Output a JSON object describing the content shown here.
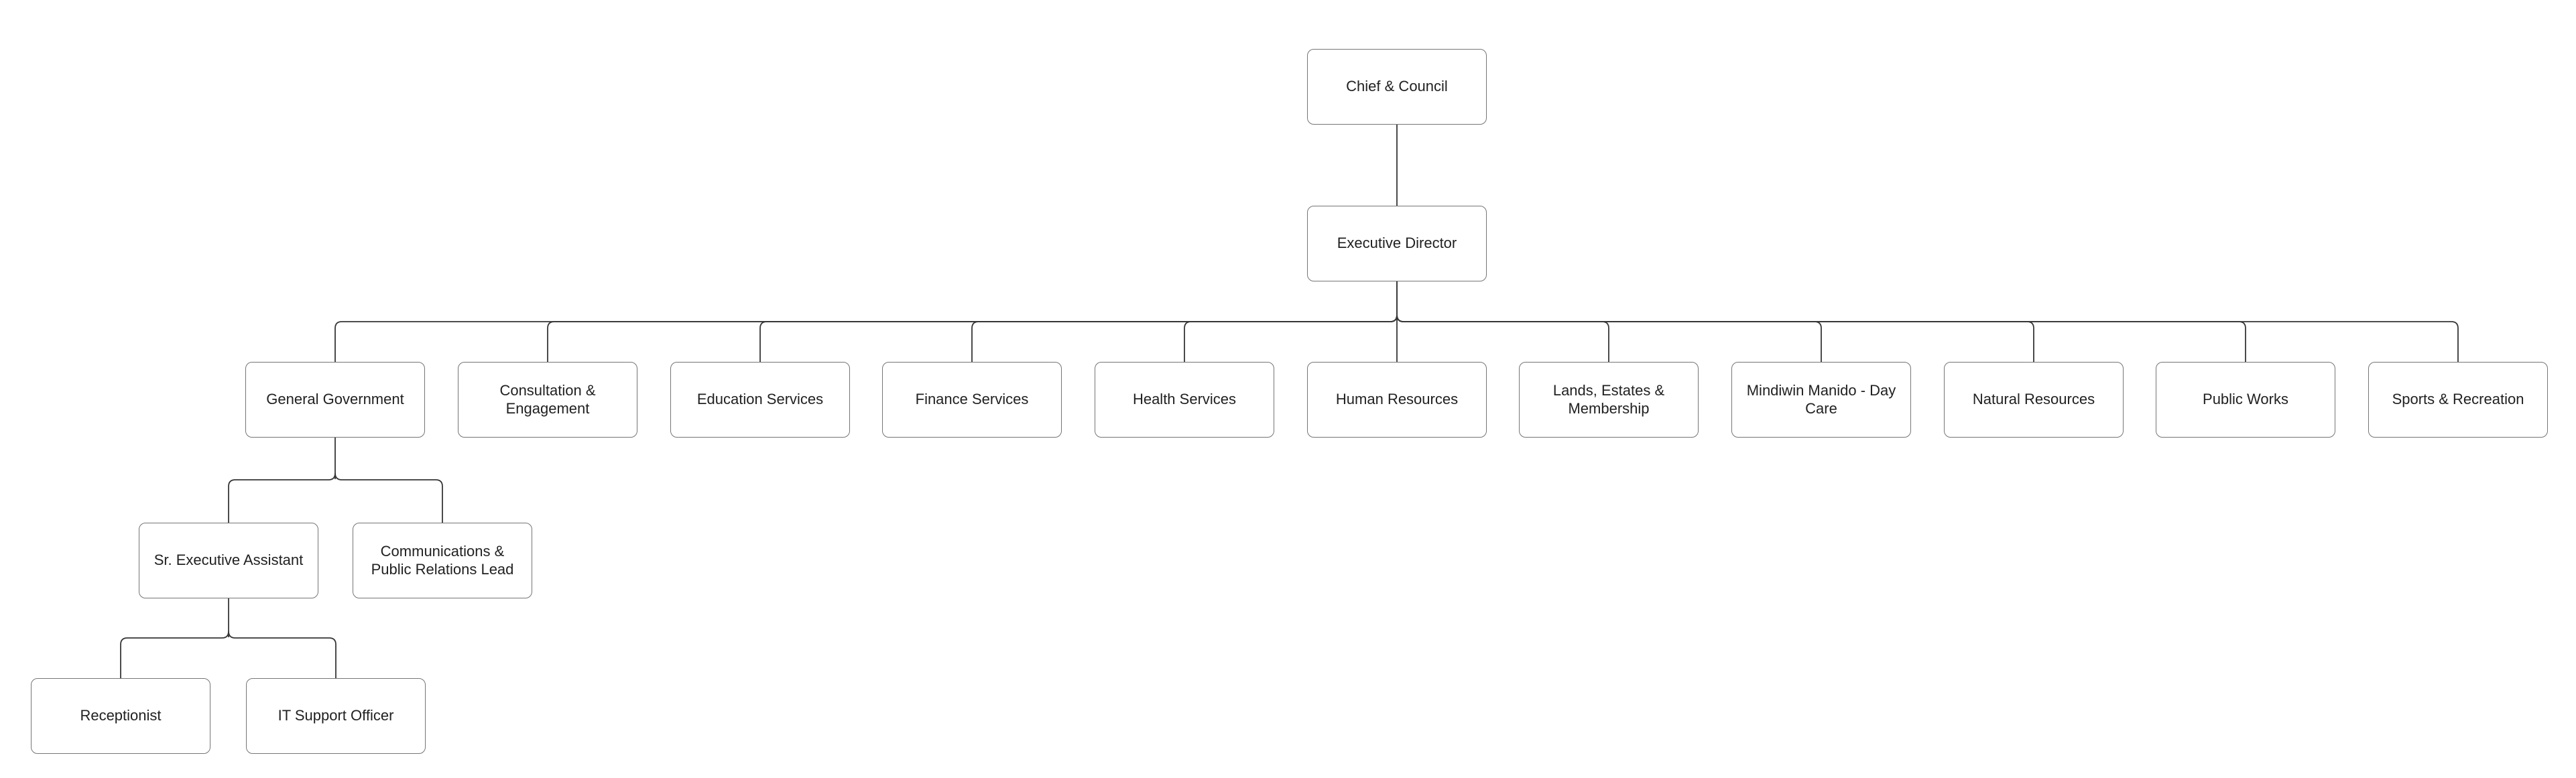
{
  "org": {
    "diagram_type": "org-chart",
    "background_color": "#ffffff",
    "box_fill_color": "#ffffff",
    "box_border_color": "#757575",
    "connector_color": "#363636",
    "text_color": "#212121",
    "nodes": [
      {
        "id": "chief-council",
        "label": "Chief & Council",
        "reports_to": null
      },
      {
        "id": "executive-director",
        "label": "Executive Director",
        "reports_to": "chief-council"
      },
      {
        "id": "general-government",
        "label": "General Government",
        "reports_to": "executive-director"
      },
      {
        "id": "consultation-engagement",
        "label": "Consultation & Engagement",
        "reports_to": "executive-director"
      },
      {
        "id": "education-services",
        "label": "Education Services",
        "reports_to": "executive-director"
      },
      {
        "id": "finance-services",
        "label": "Finance Services",
        "reports_to": "executive-director"
      },
      {
        "id": "health-services",
        "label": "Health Services",
        "reports_to": "executive-director"
      },
      {
        "id": "human-resources",
        "label": "Human Resources",
        "reports_to": "executive-director"
      },
      {
        "id": "lands-estates-membership",
        "label": "Lands, Estates & Membership",
        "reports_to": "executive-director"
      },
      {
        "id": "mindiwin-manido-day-care",
        "label": "Mindiwin Manido - Day Care",
        "reports_to": "executive-director"
      },
      {
        "id": "natural-resources",
        "label": "Natural Resources",
        "reports_to": "executive-director"
      },
      {
        "id": "public-works",
        "label": "Public Works",
        "reports_to": "executive-director"
      },
      {
        "id": "sports-recreation",
        "label": "Sports & Recreation",
        "reports_to": "executive-director"
      },
      {
        "id": "sr-executive-assistant",
        "label": "Sr. Executive Assistant",
        "reports_to": "general-government"
      },
      {
        "id": "communications-public-relations-lead",
        "label": "Communications & Public Relations Lead",
        "reports_to": "general-government"
      },
      {
        "id": "receptionist",
        "label": "Receptionist",
        "reports_to": "sr-executive-assistant"
      },
      {
        "id": "it-support-officer",
        "label": "IT Support Officer",
        "reports_to": "sr-executive-assistant"
      }
    ]
  }
}
